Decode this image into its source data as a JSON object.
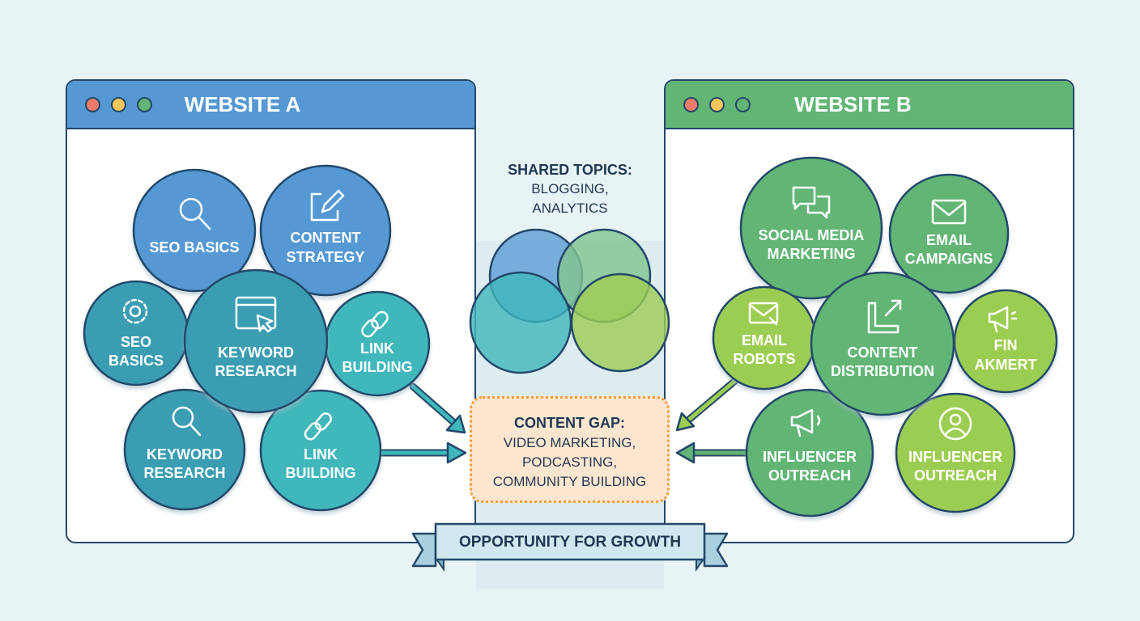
{
  "colors": {
    "background": "#e8f3f5",
    "outline": "#24486a",
    "website_a_header": "#5598d3",
    "website_b_header": "#62b574",
    "blue": "#5598d3",
    "teal_dark": "#3a9db2",
    "teal": "#3fb7bb",
    "green": "#62b574",
    "lime": "#9ccd52",
    "gap_fill": "#fde6cf",
    "gap_border": "#ee9e3d",
    "ribbon_fill": "#cfe7ee",
    "text_dark": "#1f3852"
  },
  "website_a": {
    "title": "WEBSITE A",
    "topics": [
      {
        "line1": "SEO BASICS",
        "line2": "",
        "icon": "search-icon",
        "color": "#5598d3"
      },
      {
        "line1": "CONTENT",
        "line2": "STRATEGY",
        "icon": "edit-icon",
        "color": "#5598d3"
      },
      {
        "line1": "SEO",
        "line2": "BASICS",
        "icon": "gear-icon",
        "color": "#3a9db2"
      },
      {
        "line1": "KEYWORD",
        "line2": "RESEARCH",
        "icon": "browser-cursor-icon",
        "color": "#3a9db2"
      },
      {
        "line1": "LINK",
        "line2": "BUILDING",
        "icon": "link-icon",
        "color": "#3fb7bb"
      },
      {
        "line1": "KEYWORD",
        "line2": "RESEARCH",
        "icon": "search-icon",
        "color": "#3a9db2"
      },
      {
        "line1": "LINK",
        "line2": "BUILDING",
        "icon": "link-icon",
        "color": "#3fb7bb"
      }
    ]
  },
  "website_b": {
    "title": "WEBSITE B",
    "topics": [
      {
        "line1": "SOCIAL MEDIA",
        "line2": "MARKETING",
        "icon": "chat-bubbles-icon",
        "color": "#62b574"
      },
      {
        "line1": "EMAIL",
        "line2": "CAMPAIGNS",
        "icon": "envelope-icon",
        "color": "#62b574"
      },
      {
        "line1": "EMAIL",
        "line2": "ROBOTS",
        "icon": "envelope-cursor-icon",
        "color": "#9ccd52"
      },
      {
        "line1": "CONTENT",
        "line2": "DISTRIBUTION",
        "icon": "share-external-icon",
        "color": "#62b574"
      },
      {
        "line1": "FIN",
        "line2": "AKMERT",
        "icon": "megaphone-icon",
        "color": "#9ccd52"
      },
      {
        "line1": "INFLUENCER",
        "line2": "OUTREACH",
        "icon": "megaphone-icon",
        "color": "#62b574"
      },
      {
        "line1": "INFLUENCER",
        "line2": "OUTREACH",
        "icon": "user-circle-icon",
        "color": "#9ccd52"
      }
    ]
  },
  "shared": {
    "heading": "SHARED TOPICS:",
    "line1": "BLOGGING,",
    "line2": "ANALYTICS",
    "venn_colors": [
      "#5598d3",
      "#82c48f",
      "#3fb7bb",
      "#9ccd52"
    ]
  },
  "gap": {
    "heading": "CONTENT GAP:",
    "line1": "VIDEO MARKETING,",
    "line2": "PODCASTING,",
    "line3": "COMMUNITY BUILDING"
  },
  "banner": {
    "label": "OPPORTUNITY FOR GROWTH"
  }
}
